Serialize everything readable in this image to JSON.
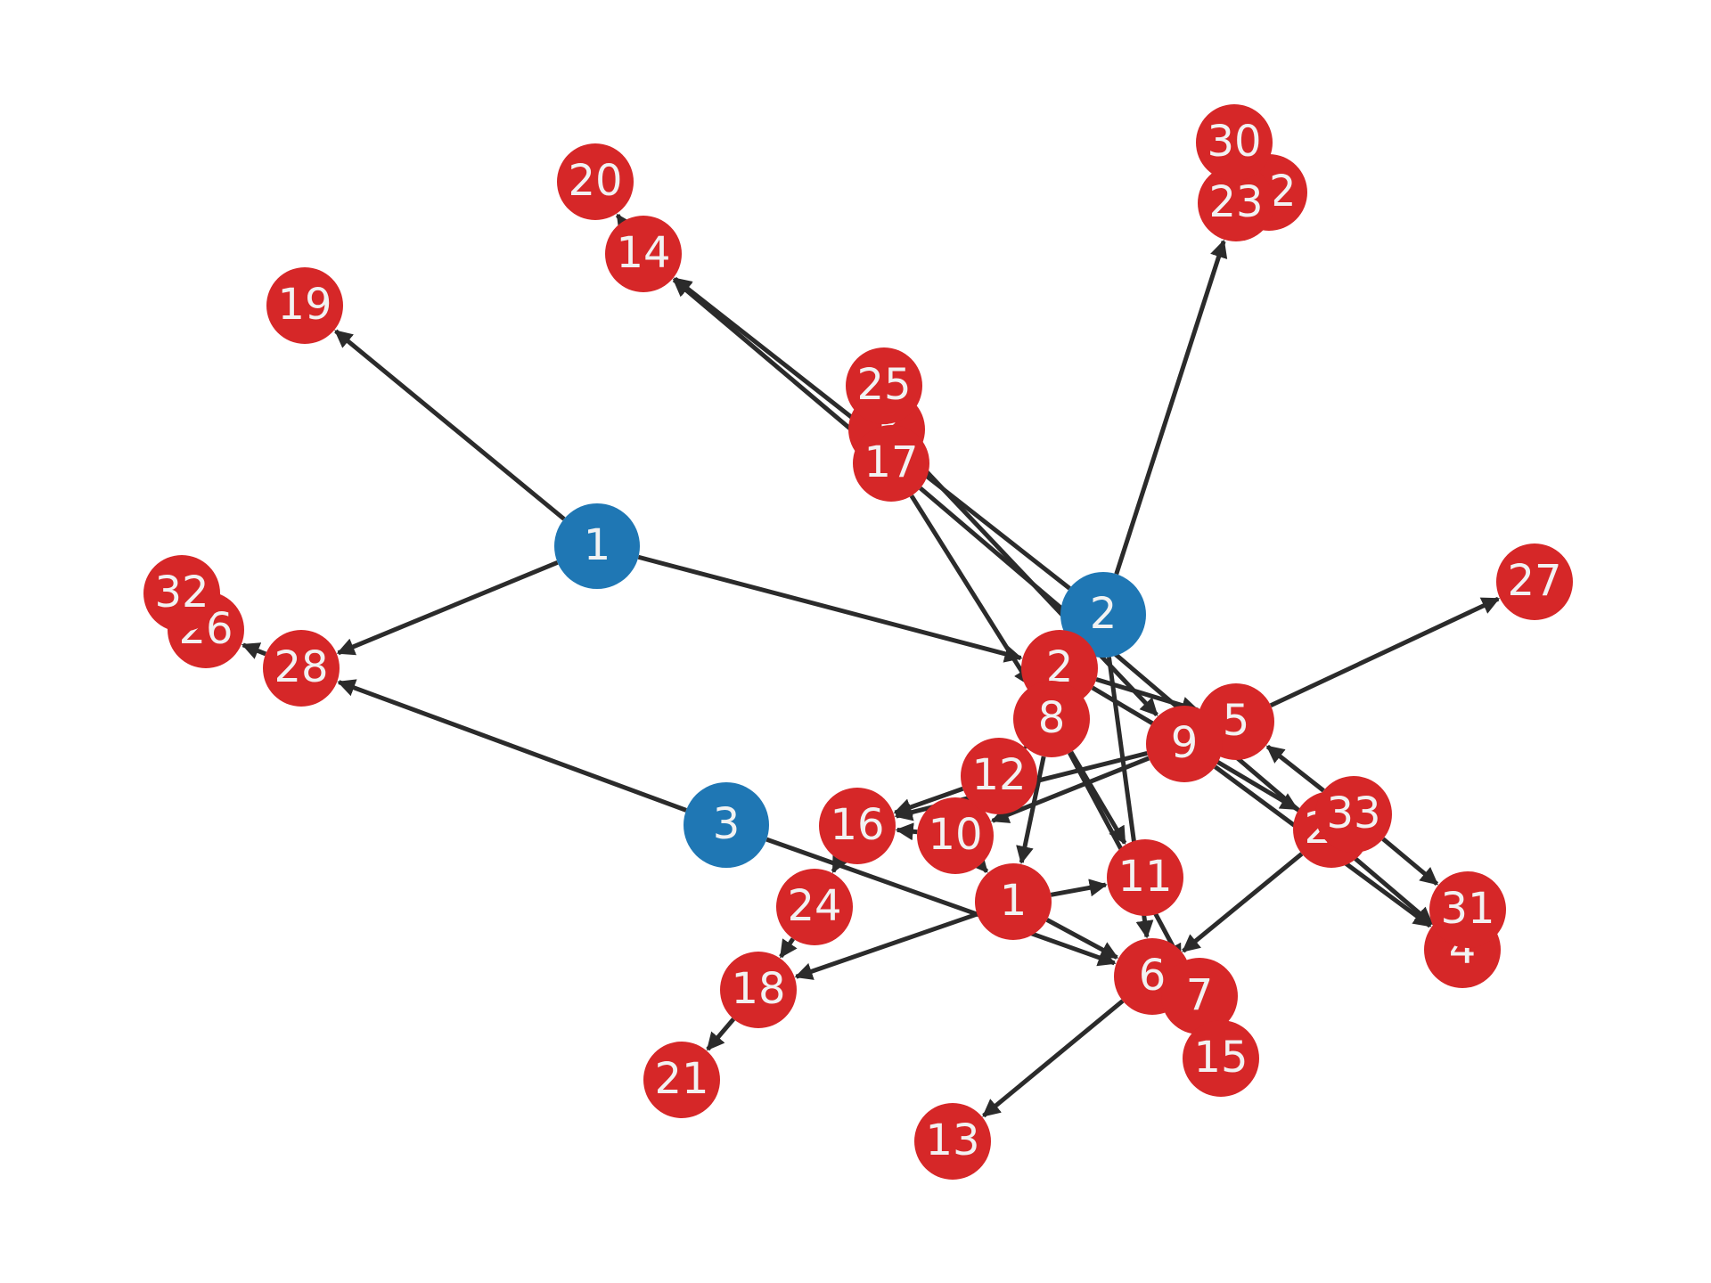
{
  "colors": {
    "hub": "#1f77b4",
    "leaf": "#d62728",
    "edge": "#2b2b2b",
    "label": "#f2f2f2"
  },
  "nodes": [
    {
      "id": "h1",
      "label": "1",
      "kind": "hub"
    },
    {
      "id": "h2",
      "label": "2",
      "kind": "hub"
    },
    {
      "id": "h3",
      "label": "3",
      "kind": "hub"
    },
    {
      "id": "n1",
      "label": "1",
      "kind": "leaf"
    },
    {
      "id": "n2",
      "label": "2",
      "kind": "leaf"
    },
    {
      "id": "n3",
      "label": "3",
      "kind": "leaf"
    },
    {
      "id": "n4",
      "label": "4",
      "kind": "leaf"
    },
    {
      "id": "n5",
      "label": "5",
      "kind": "leaf"
    },
    {
      "id": "n6",
      "label": "6",
      "kind": "leaf"
    },
    {
      "id": "n7",
      "label": "7",
      "kind": "leaf"
    },
    {
      "id": "n8",
      "label": "8",
      "kind": "leaf"
    },
    {
      "id": "n9",
      "label": "9",
      "kind": "leaf"
    },
    {
      "id": "n10",
      "label": "10",
      "kind": "leaf"
    },
    {
      "id": "n11",
      "label": "11",
      "kind": "leaf"
    },
    {
      "id": "n12",
      "label": "12",
      "kind": "leaf"
    },
    {
      "id": "n13",
      "label": "13",
      "kind": "leaf"
    },
    {
      "id": "n14",
      "label": "14",
      "kind": "leaf"
    },
    {
      "id": "n15",
      "label": "15",
      "kind": "leaf"
    },
    {
      "id": "n16",
      "label": "16",
      "kind": "leaf"
    },
    {
      "id": "n17",
      "label": "17",
      "kind": "leaf"
    },
    {
      "id": "n18",
      "label": "18",
      "kind": "leaf"
    },
    {
      "id": "n19",
      "label": "19",
      "kind": "leaf"
    },
    {
      "id": "n20",
      "label": "20",
      "kind": "leaf"
    },
    {
      "id": "n21",
      "label": "21",
      "kind": "leaf"
    },
    {
      "id": "n22",
      "label": "22",
      "kind": "leaf"
    },
    {
      "id": "n23",
      "label": "23",
      "kind": "leaf"
    },
    {
      "id": "n24",
      "label": "24",
      "kind": "leaf"
    },
    {
      "id": "n25",
      "label": "25",
      "kind": "leaf"
    },
    {
      "id": "n26",
      "label": "26",
      "kind": "leaf"
    },
    {
      "id": "n27",
      "label": "27",
      "kind": "leaf"
    },
    {
      "id": "n28",
      "label": "28",
      "kind": "leaf"
    },
    {
      "id": "n29",
      "label": "29",
      "kind": "leaf"
    },
    {
      "id": "n30",
      "label": "30",
      "kind": "leaf"
    },
    {
      "id": "n31",
      "label": "31",
      "kind": "leaf"
    },
    {
      "id": "n32",
      "label": "32",
      "kind": "leaf"
    },
    {
      "id": "n33",
      "label": "33",
      "kind": "leaf"
    }
  ],
  "edges": [
    {
      "from": "h1",
      "to": "n19"
    },
    {
      "from": "h1",
      "to": "n28"
    },
    {
      "from": "h1",
      "to": "n2"
    },
    {
      "from": "h2",
      "to": "n23"
    },
    {
      "from": "h2",
      "to": "n14"
    },
    {
      "from": "h2",
      "to": "n6"
    },
    {
      "from": "h3",
      "to": "n28"
    },
    {
      "from": "h3",
      "to": "n6"
    },
    {
      "from": "n28",
      "to": "n26"
    },
    {
      "from": "n14",
      "to": "n20"
    },
    {
      "from": "n3",
      "to": "n9"
    },
    {
      "from": "n17",
      "to": "n14"
    },
    {
      "from": "n17",
      "to": "n4"
    },
    {
      "from": "n17",
      "to": "n8"
    },
    {
      "from": "n2",
      "to": "n5"
    },
    {
      "from": "n2",
      "to": "n29"
    },
    {
      "from": "n8",
      "to": "n11"
    },
    {
      "from": "n8",
      "to": "n1"
    },
    {
      "from": "n8",
      "to": "n7"
    },
    {
      "from": "n5",
      "to": "n27"
    },
    {
      "from": "n9",
      "to": "n10"
    },
    {
      "from": "n9",
      "to": "n16"
    },
    {
      "from": "n9",
      "to": "n4"
    },
    {
      "from": "n33",
      "to": "n5"
    },
    {
      "from": "n33",
      "to": "n31"
    },
    {
      "from": "n29",
      "to": "n6"
    },
    {
      "from": "n12",
      "to": "n16"
    },
    {
      "from": "n10",
      "to": "n16"
    },
    {
      "from": "n10",
      "to": "n1"
    },
    {
      "from": "n1",
      "to": "n11"
    },
    {
      "from": "n1",
      "to": "n18"
    },
    {
      "from": "n1",
      "to": "n6"
    },
    {
      "from": "n6",
      "to": "n13"
    },
    {
      "from": "n7",
      "to": "n15"
    },
    {
      "from": "n24",
      "to": "n18"
    },
    {
      "from": "n16",
      "to": "n24"
    },
    {
      "from": "n18",
      "to": "n21"
    },
    {
      "from": "n12",
      "to": "n8"
    }
  ]
}
